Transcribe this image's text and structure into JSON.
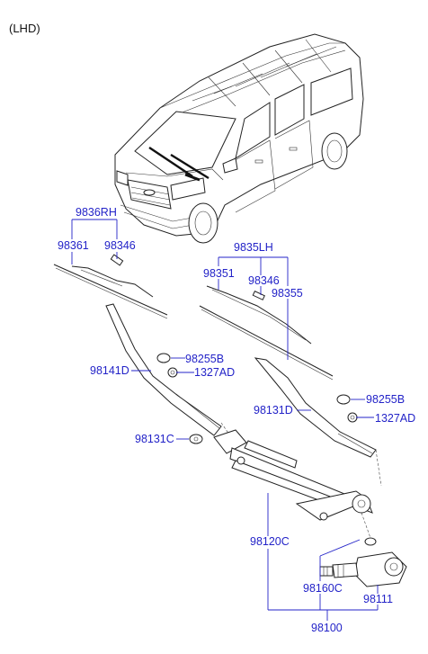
{
  "note": "(LHD)",
  "labels": {
    "rh_blade_assy": "9836RH",
    "rh_blade": "98361",
    "rh_refill": "98346",
    "lh_blade_assy": "9835LH",
    "lh_blade": "98351",
    "lh_refill": "98346",
    "lh_insert": "98355",
    "rh_cap": "98255B",
    "rh_arm": "98141D",
    "rh_nut": "1327AD",
    "lh_arm": "98131D",
    "lh_cap": "98255B",
    "lh_nut": "1327AD",
    "pivot_nut": "98131C",
    "linkage": "98120C",
    "crank": "98160C",
    "motor": "98111",
    "motor_assy": "98100"
  }
}
